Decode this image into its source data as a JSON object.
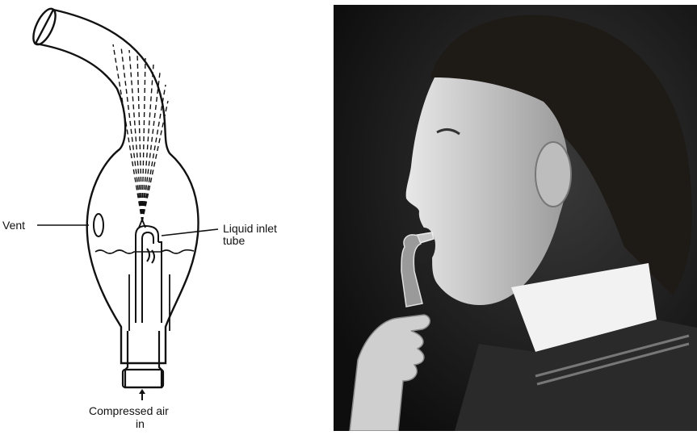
{
  "diagram": {
    "labels": {
      "vent": "Vent",
      "liquid_inlet_line1": "Liquid inlet",
      "liquid_inlet_line2": "tube",
      "compressed_air_line1": "Compressed air",
      "compressed_air_line2": "in"
    }
  },
  "photo": {
    "subject": "person inhaling from handheld nebulizer"
  }
}
